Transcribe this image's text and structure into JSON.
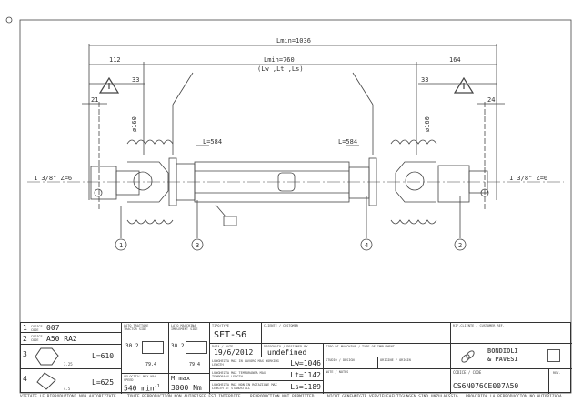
{
  "drawing": {
    "dimensions": {
      "lmin_total": "Lmin=1036",
      "lmin": "Lmin=760",
      "lmin_sub": "(Lw ,Lt ,Ls)",
      "left_offset": "112",
      "right_offset": "164",
      "left_guard": "33",
      "right_guard": "33",
      "left_hub": "21",
      "right_hub": "24",
      "left_diameter": "ø160",
      "right_diameter": "ø160",
      "left_tube": "L=584",
      "right_tube": "L=584",
      "left_spline": "1 3/8\" Z=6",
      "right_spline": "1 3/8\" Z=6"
    },
    "callouts": [
      "1",
      "3",
      "4",
      "2"
    ],
    "warning_icon": "warning-triangle-icon",
    "tractor_icon": "tractor-side-icon"
  },
  "title_block": {
    "parts": [
      {
        "num": "1",
        "caption": "CODICE CODE",
        "value": "007"
      },
      {
        "num": "2",
        "caption": "CODICE CODE",
        "value": "A50  RA2"
      },
      {
        "num": "3",
        "dim": "3.25",
        "value": "L=610"
      },
      {
        "num": "4",
        "dim": "4.5",
        "value": "L=625"
      }
    ],
    "tractor_side": {
      "caption": "LATO TRATTORE TRACTOR SIDE",
      "h": "30.2",
      "w": "79.4"
    },
    "implement_side": {
      "caption": "LATO MACCHINA IMPLEMENT SIDE",
      "h": "30.2",
      "w": "79.4"
    },
    "speed": {
      "caption": "VELOCITA' MAX MAX SPEED",
      "value": "540  min",
      "unit_exp": "-1"
    },
    "torque": {
      "caption": "M max",
      "value": "3000 Nm"
    },
    "type": {
      "caption": "TIPO/TYPE",
      "value": "SFT-S6"
    },
    "customer": {
      "caption": "CLIENTE / CUSTOMER"
    },
    "date": {
      "caption": "DATA / DATE",
      "value": "19/6/2012"
    },
    "drawn_by": {
      "caption": "DISEGNATO / DESIGNED BY",
      "value": "undefined"
    },
    "lw": {
      "caption": "LUNGHEZZA MAX IN LAVORO MAX WORKING LENGTH",
      "value": "Lw=1046"
    },
    "lt": {
      "caption": "LUNGHEZZA MAX TEMPORANEA MAX TEMPORARY LENGTH",
      "value": "Lt=1142"
    },
    "ls": {
      "caption": "LUNGHEZZA MAX NON IN ROTAZIONE MAX LENGTH AT STANDSTILL",
      "value": "Ls=1189"
    },
    "machine_type": {
      "caption": "TIPO DI MACCHINA / TYPE OF IMPLEMENT"
    },
    "design": {
      "caption": "STUDIO / DESIGN"
    },
    "origin": {
      "caption": "ORIGINE / ORIGIN"
    },
    "notes": {
      "caption": "NOTE / NOTES"
    },
    "customer_ref": {
      "caption": "RIF.CLIENTE / CUSTOMER REF."
    },
    "logo": {
      "line1": "BONDIOLI",
      "line2": "& PAVESI"
    },
    "code": {
      "caption": "CODICE / CODE",
      "value": "CS6N076CE007A50"
    },
    "rev": {
      "caption": "REV."
    }
  },
  "footer": [
    "VIETATE LE RIPRODUZIONI NON AUTORIZZATE",
    "TOUTE REPRODUCTION NON AUTORISEE EST INTERDITE",
    "REPRODUCTION NOT PERMITTED",
    "NICHT GENEHMIGTE VERVIELFAELTIGUNGEN SIND UNZULAESSIG",
    "PROHIBIDA LA REPRODUCCION NO AUTORIZADA"
  ]
}
